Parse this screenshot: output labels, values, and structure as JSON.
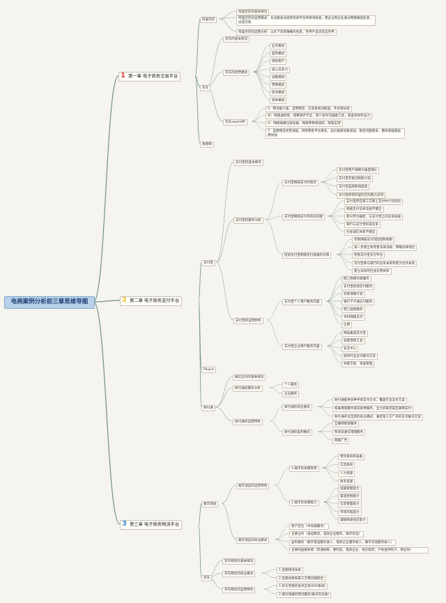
{
  "root": "电商案例分析前三章思维导图",
  "chapters": [
    {
      "num": "1",
      "color": "#e03a3a",
      "label": "第一章 电子商务交易平台"
    },
    {
      "num": "2",
      "color": "#f2c037",
      "label": "第二章 电子商务支付平台"
    },
    {
      "num": "3",
      "color": "#3f8fd8",
      "label": "第三章 电子商务物流平台"
    }
  ],
  "ch1": {
    "alibaba": "阿里巴巴",
    "alibaba_items": [
      "阿里巴巴的基本情况",
      "阿里巴巴的运营模式：为注册会员提供贸易平台和资讯收发，使企业和企业通过网络做成生意，达成交易",
      "阿里巴巴的运营分析：以天下没有难做的生意，世界产品流向全世界"
    ],
    "jd": "京东",
    "jd_basic": "京东的基本情况",
    "jd_model": "京东的经营模式",
    "jd_model_items": [
      "业务模式",
      "盈利模式",
      "目标客户",
      "核心竞争力",
      "战略目标",
      "营销模式",
      "技术模式",
      "资本模式"
    ],
    "jd_swot": "京东swot分析",
    "jd_swot_items": [
      "S：物流能力强、自营物流、信息系统功能强、平台增长快",
      "W：网络虚拟性、结算逐步不全，缺少及时沟通类工具，资金及财务压力",
      "O：网络规模迅速发展，网络零售增速高，政策支持",
      "T：自建物流优势减弱，同购零售平台增多，竞价搜索效果减弱，售后问题增多，整体基础建设需加强"
    ],
    "dangdang": "敦煌网"
  },
  "ch2": {
    "alipay": "支付宝",
    "alipay_basic": "支付宝的基本情况",
    "alipay_service": "支付宝的服务分析",
    "status": "支付宝网络支付的现状",
    "status_items": [
      "支付宝用户规模大幅度增长",
      "支付宝开拓创新能力强",
      "支付宝品牌影响度高",
      "支付宝获得阿里巴巴的鼎力支持"
    ],
    "problems": "支付宝网络支付存在的问题",
    "problem_items": [
      "支付宝存在第三方网上支付中介的风险",
      "网络支付法律法规不健全",
      "新兴势力崛起，与支付宝之间竞争加剧",
      "银行与支付宝形成竞争",
      "社会诚信体系不健全"
    ],
    "advice": "促进支付宝网络支付发展的对策",
    "advice_items": [
      "完善网络支付风险控制机制",
      "进一步建立和完善法律法规，明确法律地位",
      "完善支付宝支付平台",
      "支付宝要与银行的竞争关系转变为合作关系",
      "建立高效的社会信用体系"
    ],
    "features": "支付宝的运营特色",
    "personal": "支付宝个人用户服务内容",
    "personal_items": [
      "网上购物付款服务",
      "支付宝投保支付服务",
      "买家保障计划",
      "银行卡卡通支付服务",
      "网上收款服务",
      "手机网络支付",
      "信用"
    ],
    "enterprise": "支付宝企业用户服务内容",
    "enterprise_items": [
      "网站集成支付宝",
      "商家营销工具",
      "安全中心",
      "提供行业支付解决方案",
      "商家交易、资金管理"
    ],
    "paypal": "Paypal",
    "tenpay": "财付通",
    "tenpay_basic": "微信支付的基本情况",
    "tenpay_service": "财付通的服务分析",
    "tenpay_service_items": [
      "个人服务",
      "企业服务"
    ],
    "tenpay_features": "财付通的运营特色",
    "tenpay_biz": "财付通的商业模式",
    "tenpay_biz_items": [
      "财付通提供多种手机支付方式，覆盖打造支付方案",
      "拓展增值服务提前提供服务，全力开拓完成互联网支付",
      "财付通开创全新的商业模式，满足第三方厂商的支付解决方案"
    ],
    "tenpay_profit": "财付通的盈利模式",
    "tenpay_profit_items": [
      "互联网增值服务",
      "移动及通信增值服务",
      "网络广告"
    ]
  },
  "ch3": {
    "sf": "顺丰快递",
    "sf_features": "顺丰速运的运营特色",
    "sf_key": "1.顺丰的关键资源",
    "sf_key_items": [
      "物流系统和设备",
      "信息系统",
      "人力资源",
      "财务资源"
    ],
    "sf_ability": "2.顺丰的关键能力",
    "sf_ability_items": [
      "运输管理能力",
      "渠道控制能力",
      "信息管理能力",
      "市场开拓能力",
      "灌辑快递响应能力"
    ],
    "sf_biz": "顺丰速运的商业模式",
    "sf_biz_items": [
      "客户定位（中高端服务）",
      "主要业务（速运物流，电商企业服务，顺丰优选）",
      "盈利模式（顺丰速运服务收入，电商企业服务收入，顺丰优选服务收入）",
      "主要利益相关者（普通顾客，便利店，电商企业，地方政府，产地直供农户，供应商）"
    ],
    "jdl": "京东",
    "jdl_basic": "京东物流的基本情况",
    "jdl_biz": "京东物流的商业模式",
    "jdl_biz_items": [
      "1.自建物流体系",
      "2.自建体系和第三方物流相结合"
    ],
    "jdl_features": "京东物流的运营特色",
    "jdl_features_items": [
      "1.较为完善的技术支持(ERP系统)",
      "2.相对快捷的物流服务(重点在优质)"
    ]
  }
}
